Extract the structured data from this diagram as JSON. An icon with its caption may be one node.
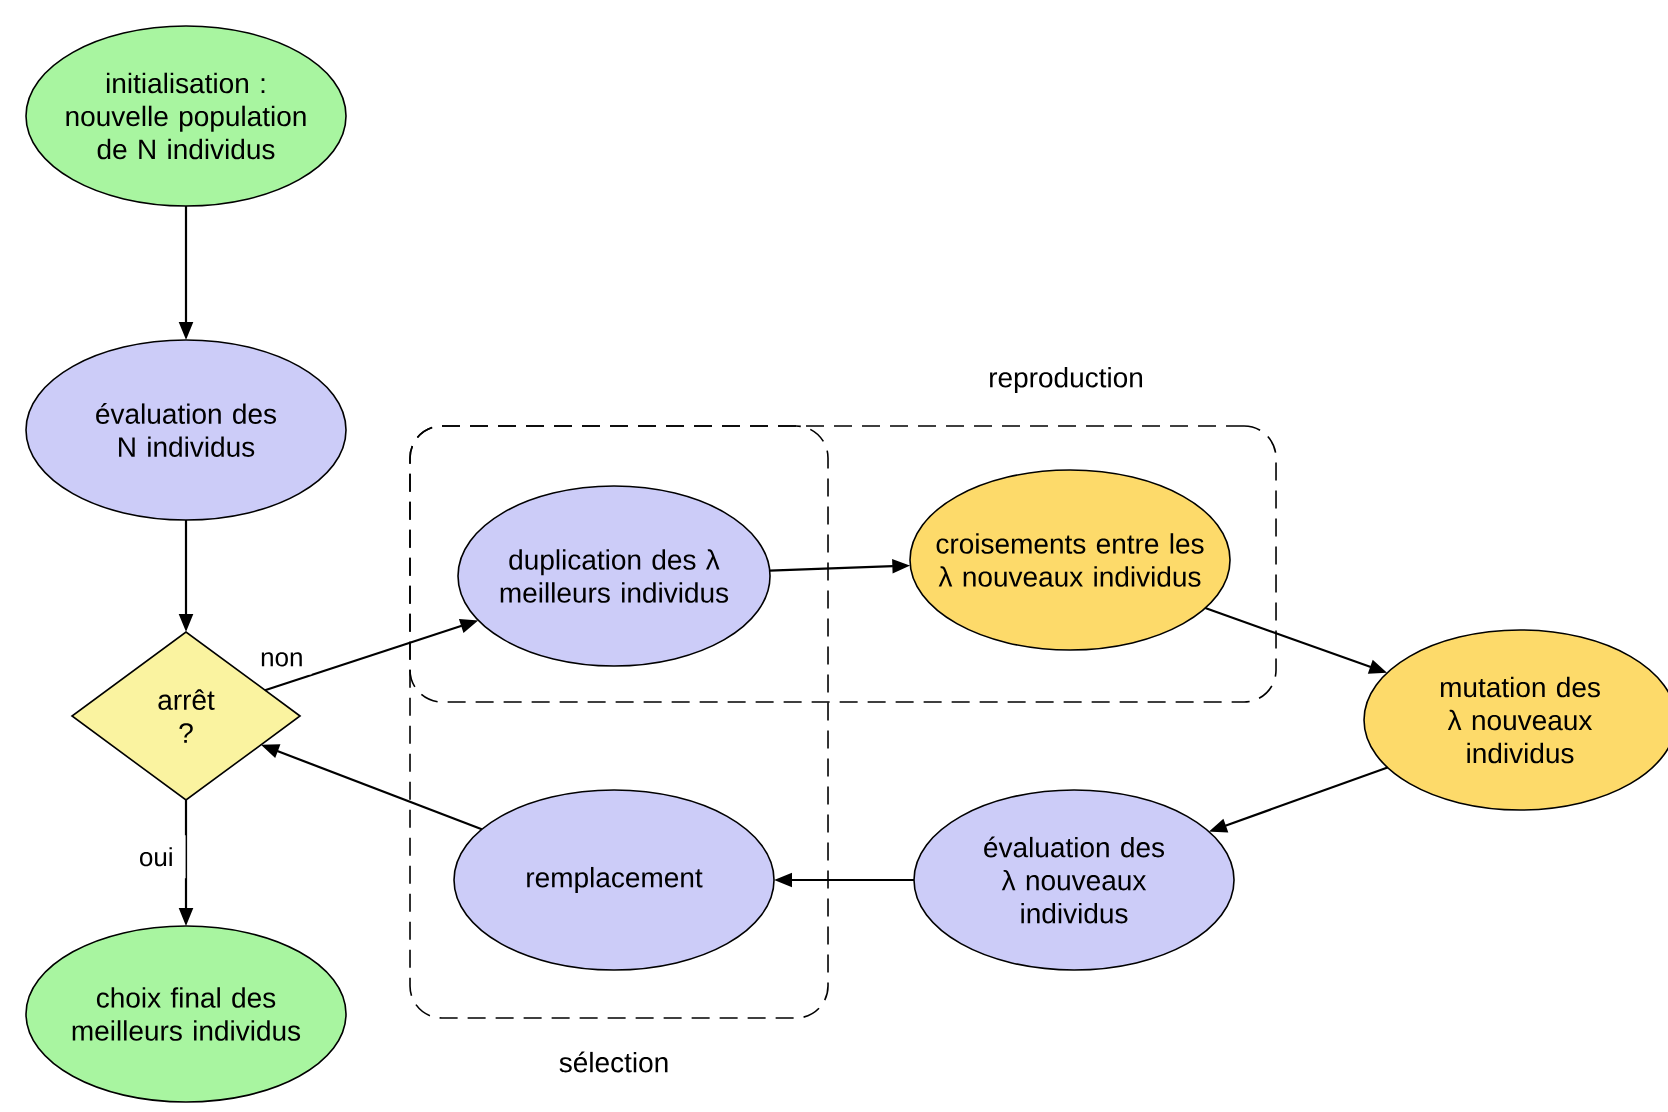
{
  "diagram": {
    "nodes": [
      {
        "text": [
          "initialisation : nouvelle population de N individus"
        ]
      },
      {
        "text": [
          "évaluation des N individus"
        ]
      },
      {
        "text": [
          "arrêt ?"
        ]
      },
      {
        "text": [
          "choix final des meilleurs individus"
        ]
      },
      {
        "text": [
          "reproduction"
        ]
      },
      {
        "text": [
          "sélection"
        ]
      },
      {
        "text": [
          "duplication des λ meilleurs individus"
        ]
      },
      {
        "text": [
          "croisements entre les λ nouveaux individus"
        ],
        "in": 4
      },
      {
        "text": [
          "mutation des λ nouveaux individus"
        ]
      },
      {
        "text": [
          "évaluation des λ nouveaux individus"
        ]
      },
      {
        "text": [
          "remplacement"
        ],
        "in": 5
      }
    ],
    "edges": [
      {
        "from": 0,
        "to": 1,
        "arrow": "to"
      },
      {
        "from": 1,
        "to": 2,
        "arrow": "to"
      },
      {
        "from": 2,
        "to": 6,
        "arrow": "to",
        "label": "non"
      },
      {
        "from": 2,
        "to": 3,
        "arrow": "to",
        "label": "oui"
      },
      {
        "from": 6,
        "to": 7,
        "arrow": "to"
      },
      {
        "from": 7,
        "to": 8,
        "arrow": "to"
      },
      {
        "from": 8,
        "to": 9,
        "arrow": "to"
      },
      {
        "from": 9,
        "to": 10,
        "arrow": "to"
      },
      {
        "from": 10,
        "to": 2,
        "arrow": "to"
      }
    ]
  }
}
